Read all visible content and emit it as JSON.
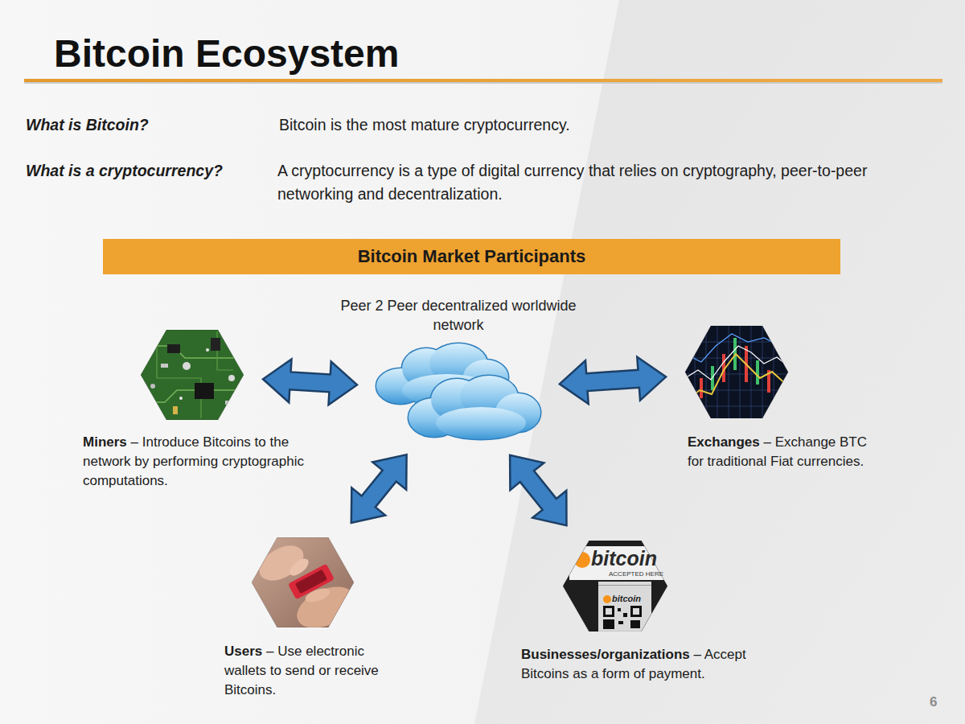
{
  "diagram": {
    "title": "Bitcoin Ecosystem",
    "nodes": [
      {
        "text": [
          "Bitcoin Market Participants"
        ]
      },
      {
        "text": [
          "Peer 2 Peer decentralized worldwide network"
        ]
      },
      {
        "text": [
          "Miners",
          "– Introduce Bitcoins to the network by performing cryptographic computations."
        ]
      },
      {
        "text": [
          "Exchanges",
          "– Exchange BTC for traditional Fiat currencies."
        ]
      },
      {
        "text": [
          "Users",
          "– Use electronic wallets to send or receive Bitcoins."
        ]
      },
      {
        "text": [
          "Businesses/organizations",
          "– Accept Bitcoins as a form of payment."
        ]
      }
    ],
    "edges": [
      {
        "from": 1,
        "to": 2,
        "arrow": "both"
      },
      {
        "from": 1,
        "to": 3,
        "arrow": "both"
      },
      {
        "from": 1,
        "to": 4,
        "arrow": "both"
      },
      {
        "from": 1,
        "to": 5,
        "arrow": "both"
      }
    ],
    "labels": [
      "What is Bitcoin?",
      "Bitcoin is the most mature cryptocurrency.",
      "What is a cryptocurrency?",
      "A cryptocurrency is a type of digital currency that relies on cryptography, peer-to-peer networking and decentralization.",
      "bitcoin",
      "ACCEPTED HERE",
      "bitcoin",
      "6"
    ]
  }
}
